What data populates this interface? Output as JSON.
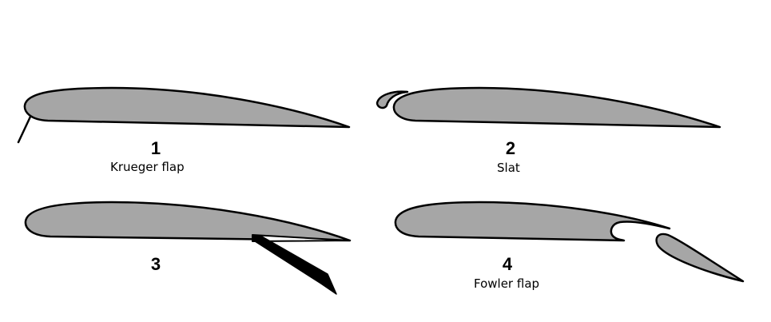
{
  "panels": [
    {
      "number": "1",
      "name": "Krueger flap"
    },
    {
      "number": "2",
      "name": "Slat"
    },
    {
      "number": "3",
      "name": ""
    },
    {
      "number": "4",
      "name": "Fowler flap"
    }
  ],
  "colors": {
    "airfoil_fill": "#a6a6a6",
    "outline": "#000000",
    "background": "#ffffff",
    "flap_fill": "#000000"
  }
}
